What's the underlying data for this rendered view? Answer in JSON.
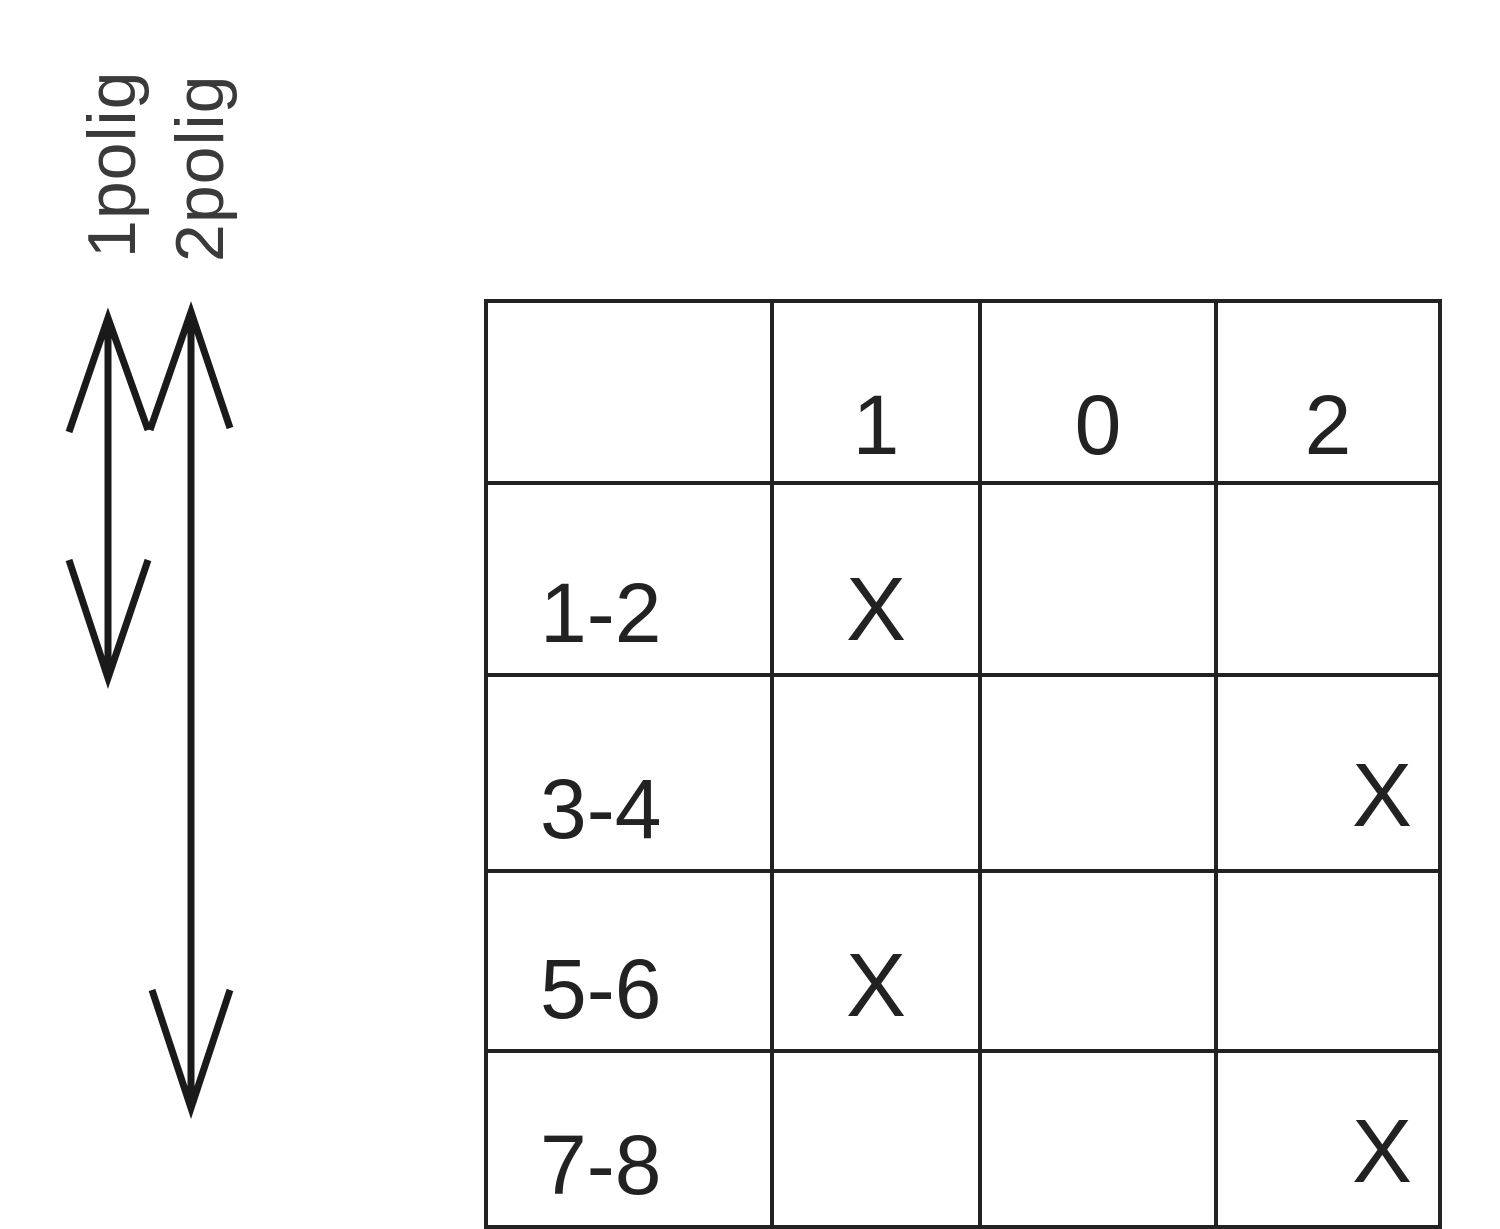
{
  "diagram": {
    "type": "switching-table",
    "pole_labels": [
      "1polig",
      "2polig"
    ],
    "arrows": [
      {
        "name": "1polig-range",
        "span": "rows 1-2 (contacts 1-2, 3-4)"
      },
      {
        "name": "2polig-range",
        "span": "rows 1-4 (contacts 1-2 through 7-8)"
      }
    ],
    "table": {
      "columns": [
        "",
        "1",
        "0",
        "2"
      ],
      "rows": [
        {
          "label": "1-2",
          "cells": [
            "X",
            "",
            ""
          ]
        },
        {
          "label": "3-4",
          "cells": [
            "",
            "",
            "X"
          ]
        },
        {
          "label": "5-6",
          "cells": [
            "X",
            "",
            ""
          ]
        },
        {
          "label": "7-8",
          "cells": [
            "",
            "",
            "X"
          ]
        }
      ]
    }
  }
}
